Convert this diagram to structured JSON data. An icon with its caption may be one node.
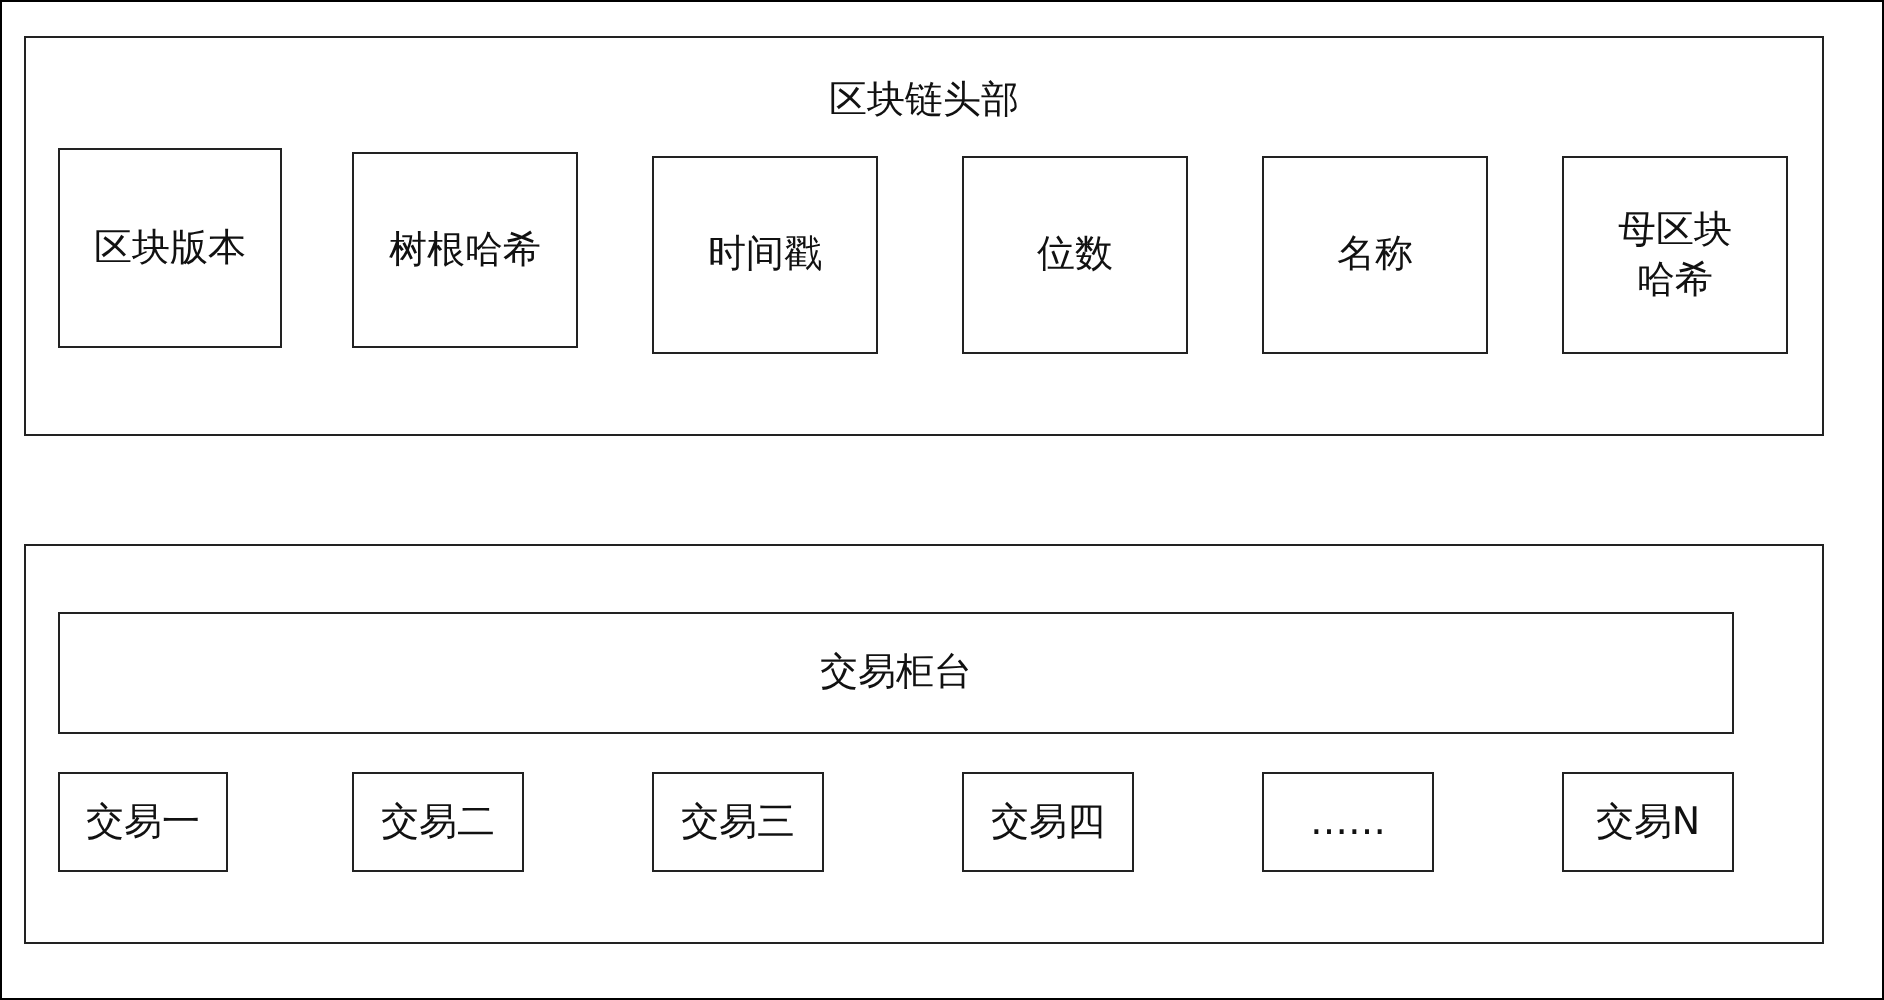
{
  "diagram": {
    "nodes": [
      {
        "text": [
          "区块链头部"
        ]
      },
      {
        "text": [
          "区块版本"
        ],
        "in": 0
      },
      {
        "text": [
          "树根哈希"
        ],
        "in": 0
      },
      {
        "text": [
          "时间戳"
        ],
        "in": 0
      },
      {
        "text": [
          "位数"
        ],
        "in": 0
      },
      {
        "text": [
          "名称"
        ],
        "in": 0
      },
      {
        "text": [
          "母区块哈希"
        ],
        "in": 0
      },
      {
        "text": [],
        "shape": "box"
      },
      {
        "text": [
          "交易柜台"
        ],
        "in": 7
      },
      {
        "text": [
          "交易一"
        ],
        "in": 7
      },
      {
        "text": [
          "交易二"
        ],
        "in": 7
      },
      {
        "text": [
          "交易三"
        ],
        "in": 7
      },
      {
        "text": [
          "交易四"
        ],
        "in": 7
      },
      {
        "text": [
          "……"
        ],
        "in": 7
      },
      {
        "text": [
          "交易N"
        ],
        "in": 7
      }
    ]
  }
}
